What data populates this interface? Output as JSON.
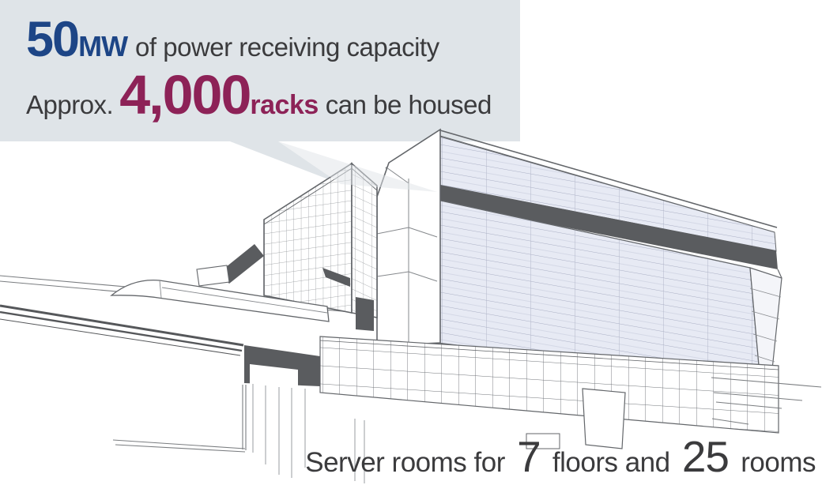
{
  "colors": {
    "box_bg": "#dfe4e8",
    "accent_blue": "#1d4586",
    "accent_magenta": "#8d2257",
    "text_dark": "#3b3b3d",
    "dark_fill": "#5a5c5f",
    "line": "#63666a",
    "facade_tint": "#e7eaf4"
  },
  "infobox": {
    "line1": {
      "value": "50",
      "unit": "MW",
      "text": "of power receiving capacity"
    },
    "line2": {
      "prefix": "Approx.",
      "value": "4,000",
      "unit": "racks",
      "suffix": "can be housed"
    }
  },
  "caption": {
    "prefix": "Server rooms for",
    "floors_value": "7",
    "middle": "floors and",
    "rooms_value": "25",
    "suffix": "rooms"
  }
}
